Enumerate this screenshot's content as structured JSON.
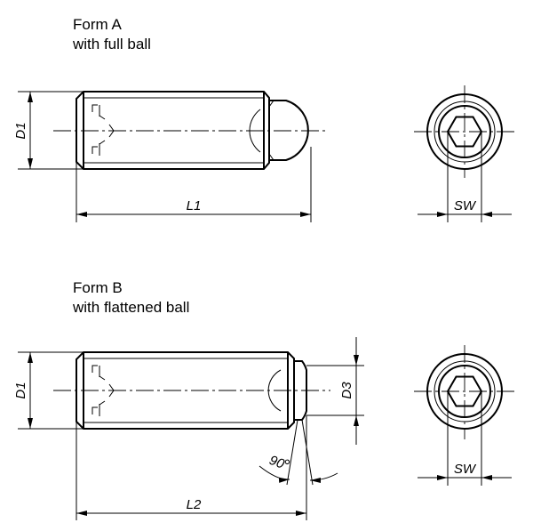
{
  "form_a": {
    "title": "Form A",
    "subtitle": "with full ball",
    "dims": {
      "diameter": "D1",
      "length": "L1",
      "across_flats": "SW"
    }
  },
  "form_b": {
    "title": "Form B",
    "subtitle": "with flattened ball",
    "dims": {
      "diameter": "D1",
      "length": "L2",
      "ball_dia": "D3",
      "angle": "90",
      "across_flats": "SW"
    }
  }
}
